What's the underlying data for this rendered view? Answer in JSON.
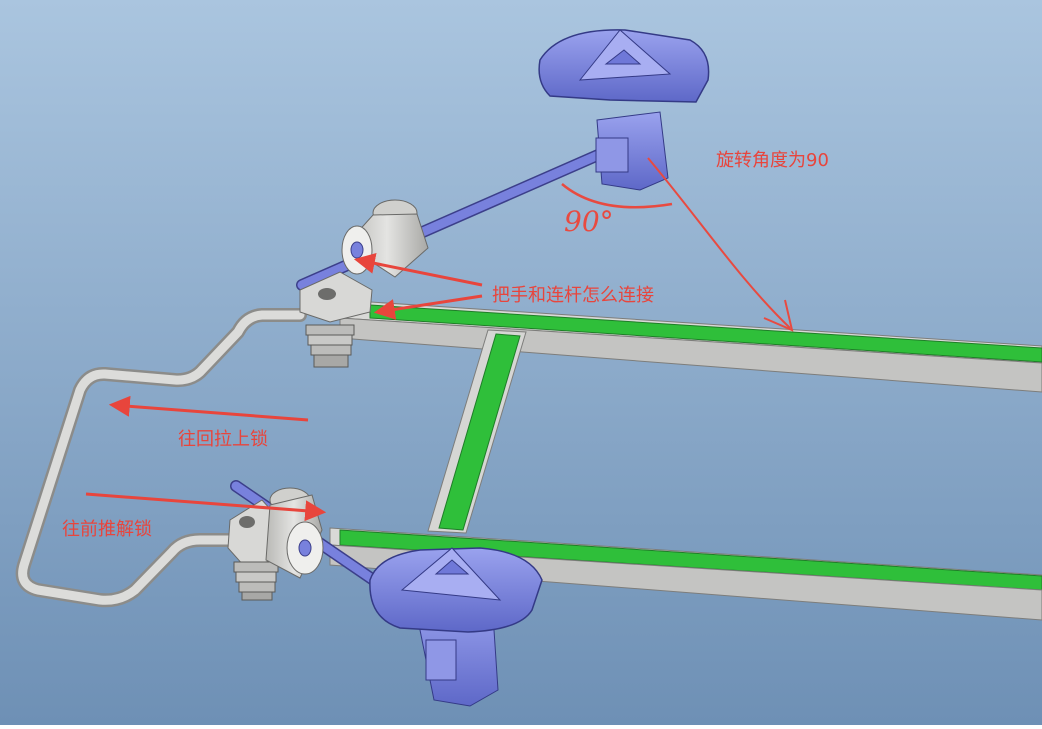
{
  "annotations": {
    "rotation": "旋转角度为90",
    "handle_link": "把手和连杆怎么连接",
    "pull_lock": "往回拉上锁",
    "push_unlock": "往前推解锁",
    "angle_mark": "90°"
  },
  "colors": {
    "background_top": "#a9c4dd",
    "background_bottom": "#6f91b6",
    "rail": "#d4d4d2",
    "rail_top": "#2fbf3a",
    "knob": "#7d86dc",
    "rod": "#6f7ad6",
    "annotation": "#e8453c"
  }
}
